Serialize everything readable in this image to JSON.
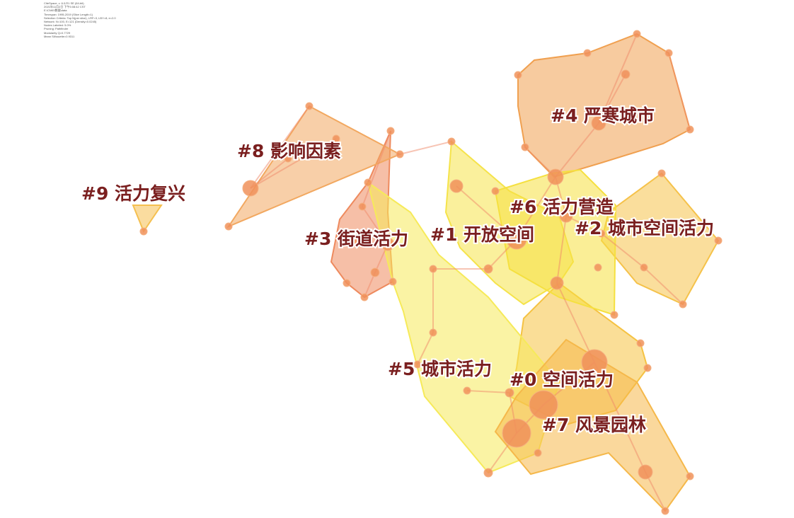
{
  "info_lines": [
    "CiteSpace, v. 6.0.R1 SE (64-bit)",
    "2021年11月2日 下午5:08:42 CST",
    "E:\\CNKI\\数据\\data",
    "Timespan: 1995-2019 (Slice Length=1)",
    "Selection Criteria: Top N(per slice), LRF=3, LBY=8, e=2.0",
    "Network: N=100, E=121 (Density=0.0245)",
    "Nodes Labeled: 5.0%",
    "Pruning: Pathfinder",
    "Modularity Q=0.7729",
    "Mean Silhouette=0.9311"
  ],
  "clusters": [
    {
      "id": "#0",
      "label": "#0 空间活力",
      "color": "#f5c242"
    },
    {
      "id": "#1",
      "label": "#1 开放空间",
      "color": "#f5e34a"
    },
    {
      "id": "#2",
      "label": "#2 城市空间活力",
      "color": "#f5c24a"
    },
    {
      "id": "#3",
      "label": "#3 街道活力",
      "color": "#ee8a5e"
    },
    {
      "id": "#4",
      "label": "#4 严寒城市",
      "color": "#f0a050"
    },
    {
      "id": "#5",
      "label": "#5 城市活力",
      "color": "#f6ea5a"
    },
    {
      "id": "#6",
      "label": "#6 活力营造",
      "color": "#f5e040"
    },
    {
      "id": "#7",
      "label": "#7 风景园林",
      "color": "#f5b84a"
    },
    {
      "id": "#8",
      "label": "#8 影响因素",
      "color": "#f2a860"
    },
    {
      "id": "#9",
      "label": "#9 活力复兴",
      "color": "#f5c050"
    }
  ]
}
